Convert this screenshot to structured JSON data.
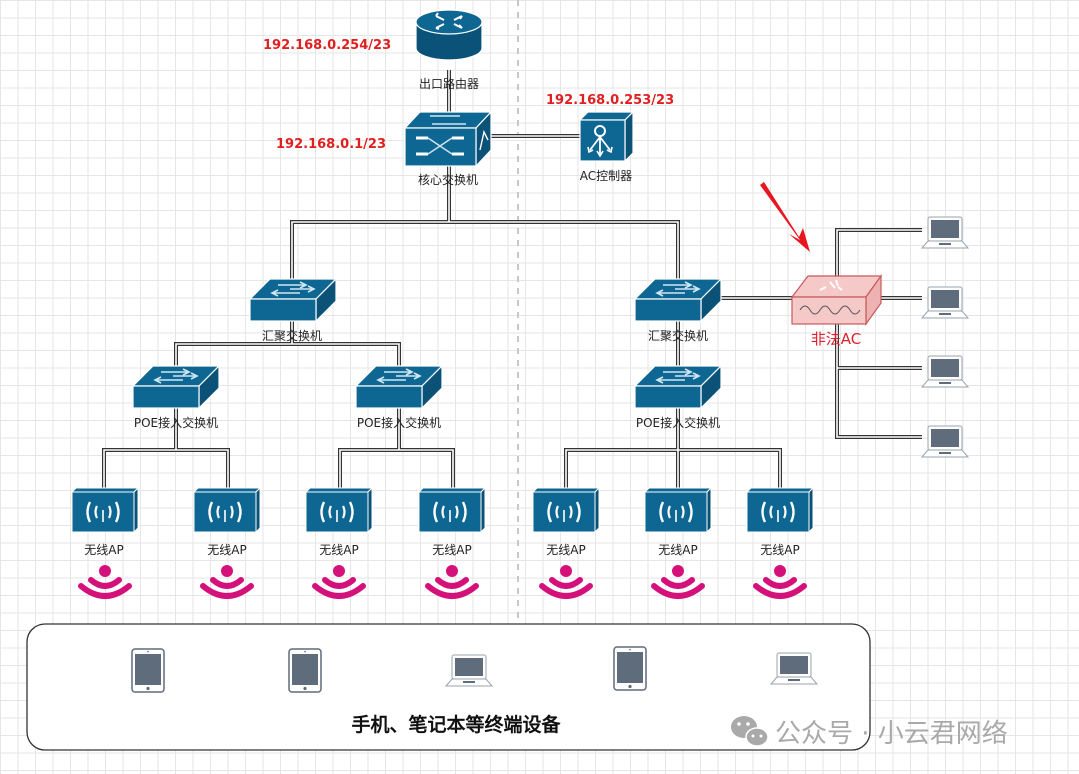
{
  "colors": {
    "device_blue": "#0e6693",
    "device_blue_dark": "#0a5277",
    "ip_red": "#e02020",
    "illegal_ac_fill": "#f6c9c9",
    "illegal_ac_stroke": "#c85a5a",
    "wifi_magenta": "#d4117a",
    "endpoint_gray": "#5f6c7b",
    "arrow_red": "#e8161e"
  },
  "devices": {
    "router": {
      "label": "出口路由器",
      "ip": "192.168.0.254/23",
      "icon": "router-icon"
    },
    "core_switch": {
      "label": "核心交换机",
      "ip": "192.168.0.1/23",
      "icon": "core-switch-icon"
    },
    "ac_controller": {
      "label": "AC控制器",
      "ip": "192.168.0.253/23",
      "icon": "ac-controller-icon"
    },
    "agg_switches": [
      {
        "label": "汇聚交换机"
      },
      {
        "label": "汇聚交换机"
      }
    ],
    "poe_switches": [
      {
        "label": "POE接入交换机"
      },
      {
        "label": "POE接入交换机"
      },
      {
        "label": "POE接入交换机"
      }
    ],
    "aps": [
      {
        "label": "无线AP"
      },
      {
        "label": "无线AP"
      },
      {
        "label": "无线AP"
      },
      {
        "label": "无线AP"
      },
      {
        "label": "无线AP"
      },
      {
        "label": "无线AP"
      },
      {
        "label": "无线AP"
      }
    ],
    "illegal_ac": {
      "label": "非法AC",
      "icon": "rogue-ac-icon"
    },
    "rogue_clients": [
      {
        "icon": "laptop-icon"
      },
      {
        "icon": "laptop-icon"
      },
      {
        "icon": "laptop-icon"
      },
      {
        "icon": "laptop-icon"
      }
    ]
  },
  "endpoints": {
    "title": "手机、笔记本等终端设备",
    "items": [
      {
        "icon": "tablet-icon"
      },
      {
        "icon": "tablet-icon"
      },
      {
        "icon": "laptop-icon"
      },
      {
        "icon": "tablet-icon"
      },
      {
        "icon": "laptop-icon"
      }
    ]
  },
  "watermark": {
    "text": "公众号 · 小云君网络",
    "icon": "wechat-icon"
  }
}
